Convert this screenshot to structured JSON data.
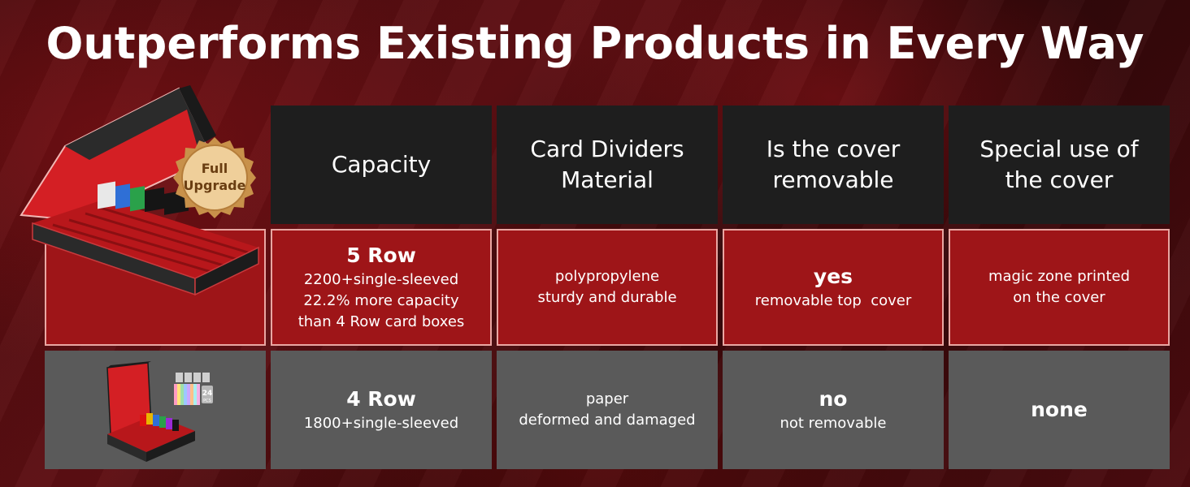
{
  "title": "Outperforms Existing Products in Every Way",
  "badge": {
    "line1": "Full",
    "line2": "Upgrade"
  },
  "small_product": {
    "pcs_label": "24",
    "pcs_sub": "PCS"
  },
  "columns": [
    {
      "line1": "Capacity",
      "line2": ""
    },
    {
      "line1": "Card Dividers",
      "line2": "Material"
    },
    {
      "line1": "Is the cover",
      "line2": "removable"
    },
    {
      "line1": "Special use of",
      "line2": "the cover"
    }
  ],
  "rows": {
    "new": {
      "capacity": {
        "main": "5 Row",
        "lines": [
          "2200+single-sleeved",
          "22.2% more capacity",
          "than 4 Row card boxes"
        ]
      },
      "material": {
        "lines": [
          "polypropylene",
          "sturdy and durable"
        ]
      },
      "removable": {
        "main": "yes",
        "sub": "removable top  cover"
      },
      "special": {
        "lines": [
          "magic zone printed",
          "on the cover"
        ]
      }
    },
    "old": {
      "capacity": {
        "main": "4 Row",
        "sub": "1800+single-sleeved"
      },
      "material": {
        "lines": [
          "paper",
          "deformed and damaged"
        ]
      },
      "removable": {
        "main": "no",
        "sub": "not removable"
      },
      "special": {
        "main": "none"
      }
    }
  },
  "colors": {
    "header_bg": "#1e1e1e",
    "new_row_bg": "#9e1518",
    "new_row_border": "#e9a6a2",
    "old_row_bg": "#5a5a5a",
    "badge_gold": "#d9a866"
  }
}
